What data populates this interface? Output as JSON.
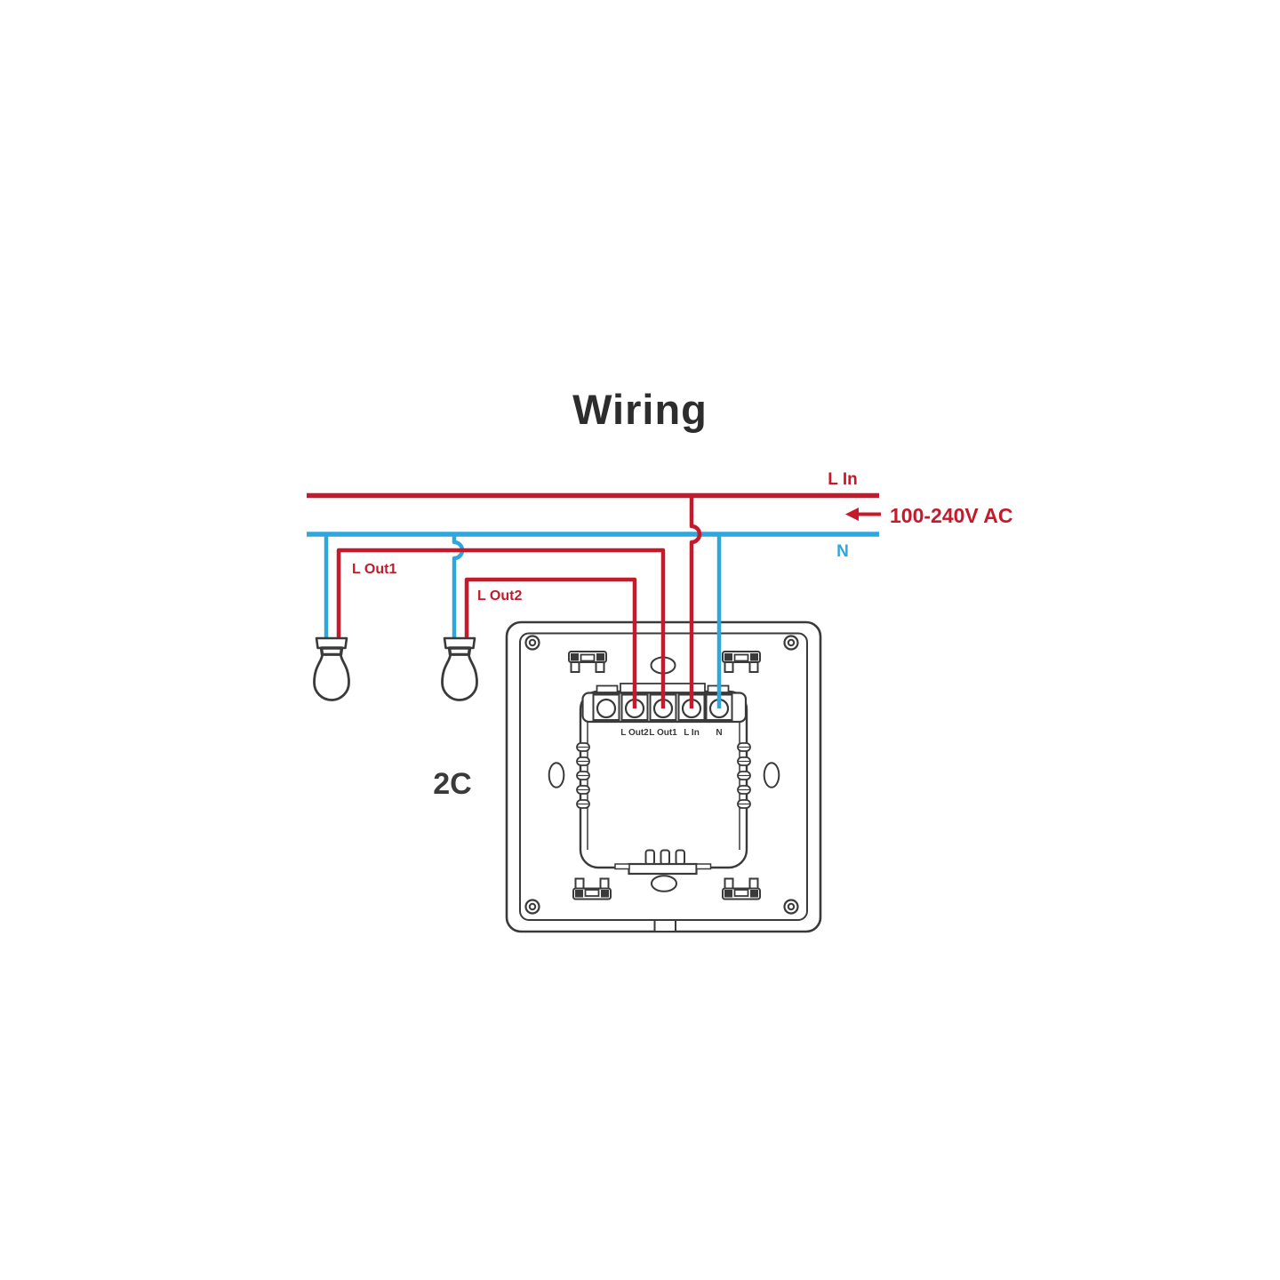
{
  "title": "Wiring",
  "colors": {
    "live": "#c41a2b",
    "neutral": "#2fa6dc",
    "outline": "#3a3a3a",
    "text": "#2d2d2d"
  },
  "power": {
    "line_in_label": "L In",
    "voltage_label": "100-240V AC",
    "neutral_label": "N",
    "arrow_icon": "left-arrow-icon"
  },
  "outputs": {
    "out1_label": "L Out1",
    "out2_label": "L Out2"
  },
  "switch": {
    "model_label": "2C",
    "terminal_labels": [
      "L Out2",
      "L Out1",
      "L In",
      "N"
    ]
  }
}
